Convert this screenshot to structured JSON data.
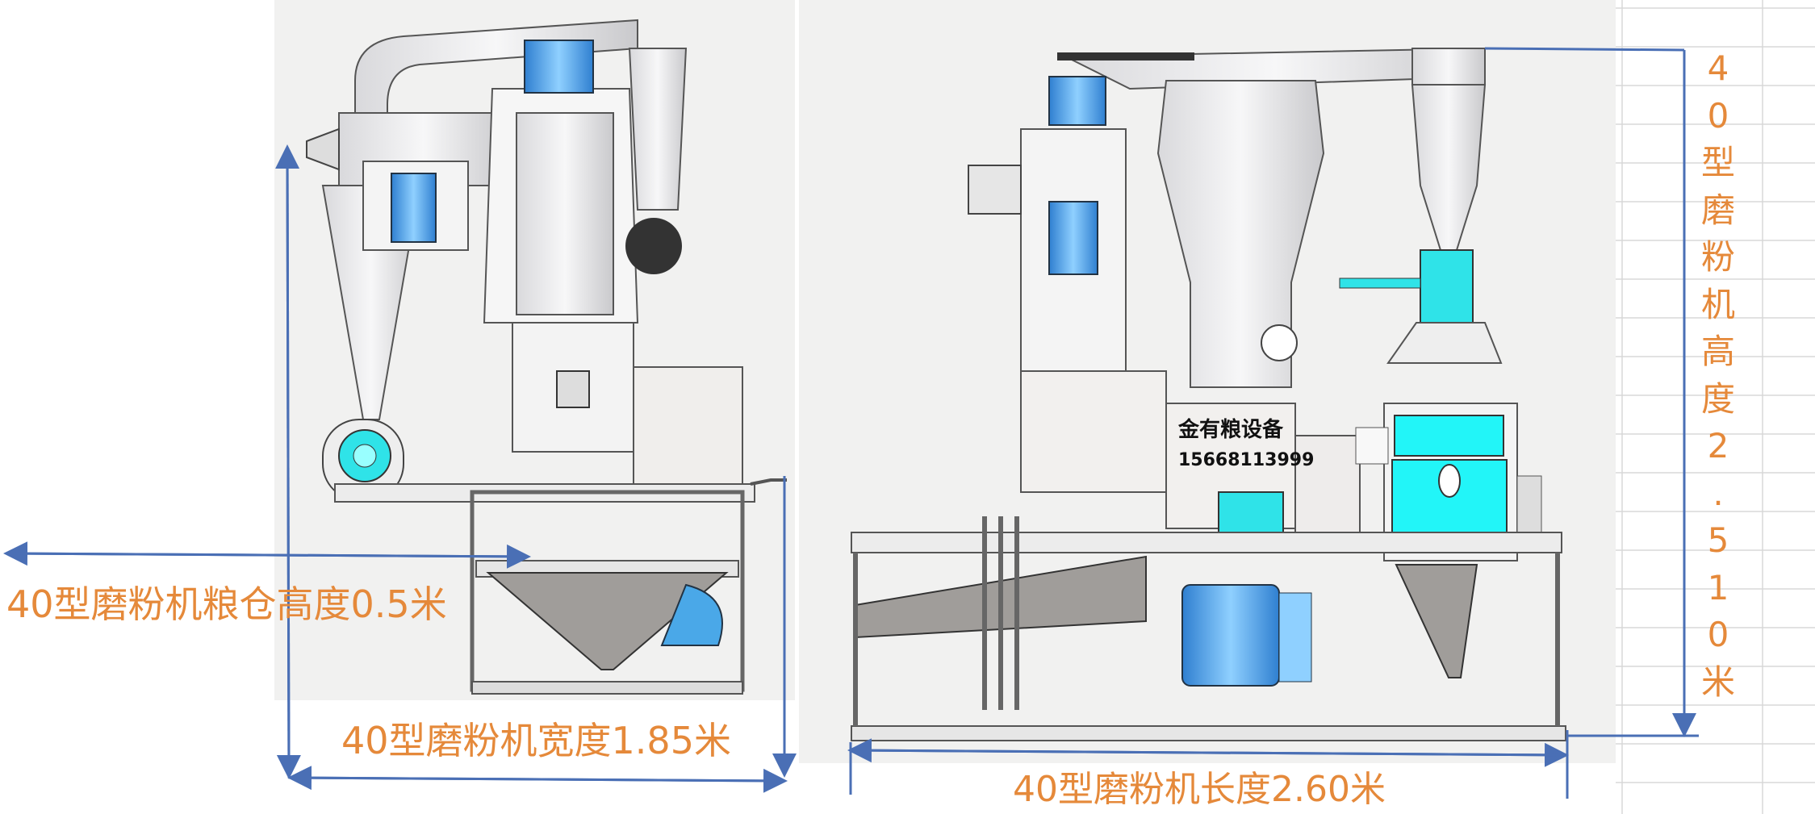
{
  "labels": {
    "hopper_height": "40型磨粉机粮仓高度0.5米",
    "width": "40型磨粉机宽度1.85米",
    "length": "40型磨粉机长度2.60米",
    "height_chars": [
      "4",
      "0",
      "型",
      "磨",
      "粉",
      "机",
      "高",
      "度",
      "2",
      ".",
      "5",
      "1",
      "0",
      "米"
    ]
  },
  "machine_plate": {
    "brand": "金有粮设备",
    "phone": "15668113999"
  },
  "colors": {
    "label": "#e5893a",
    "dimension_line": "#4a6fb5",
    "cyan_part": "#22f0f5",
    "blue_motor": "#4aa8e8",
    "hopper_gray": "#a09d9a"
  }
}
